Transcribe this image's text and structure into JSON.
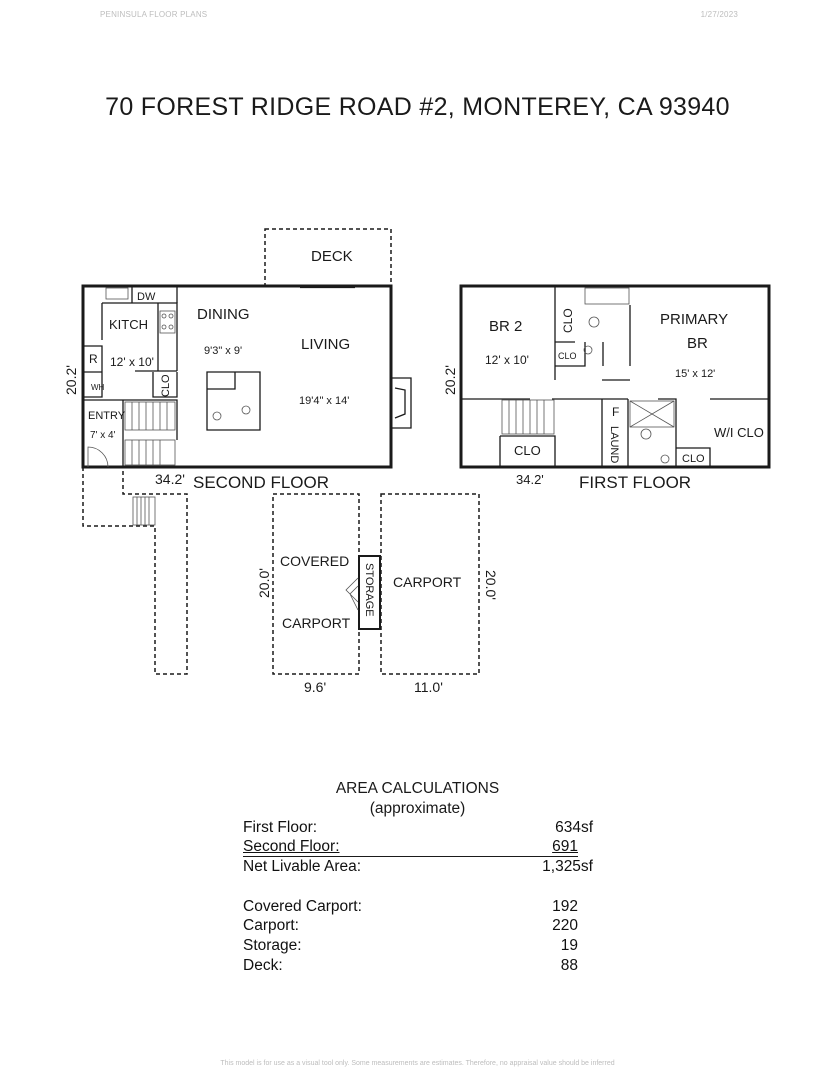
{
  "header": {
    "brand": "PENINSULA FLOOR PLANS",
    "date": "1/27/2023"
  },
  "title": "70 FOREST RIDGE ROAD #2, MONTEREY, CA  93940",
  "second_floor": {
    "name": "SECOND FLOOR",
    "width_dim": "34.2'",
    "depth_dim": "20.2'",
    "rooms": {
      "deck": "DECK",
      "dw": "DW",
      "kitchen": "KITCH",
      "kitchen_size": "12' x 10'",
      "dining": "DINING",
      "dining_size": "9'3\" x 9'",
      "living": "LIVING",
      "living_size": "19'4\" x 14'",
      "refrigerator": "R",
      "water_heater": "WH",
      "closet": "CLO",
      "entry": "ENTRY",
      "entry_size": "7' x 4'"
    }
  },
  "first_floor": {
    "name": "FIRST FLOOR",
    "width_dim": "34.2'",
    "depth_dim": "20.2'",
    "rooms": {
      "bedroom2": "BR 2",
      "bedroom2_size": "12' x 10'",
      "closet_vertical": "CLO",
      "closet_small": "CLO",
      "primary_line1": "PRIMARY",
      "primary_line2": "BR",
      "primary_size": "15' x 12'",
      "closet_lower": "CLO",
      "laundry_f": "F",
      "laundry": "LAUND",
      "walkin_closet": "W/I CLO",
      "closet_bottom": "CLO"
    }
  },
  "carports": {
    "covered_line1": "COVERED",
    "covered_line2": "CARPORT",
    "covered_depth": "20.0'",
    "covered_width": "9.6'",
    "storage": "STORAGE",
    "carport": "CARPORT",
    "carport_depth": "20.0'",
    "carport_width": "11.0'"
  },
  "area_calculations": {
    "heading": "AREA CALCULATIONS",
    "subheading": "(approximate)",
    "rows": [
      {
        "label": "First  Floor:",
        "value": "634sf"
      },
      {
        "label": "Second Floor:",
        "value": "691"
      },
      {
        "label": "Net Livable Area:",
        "value": "1,325sf"
      },
      {
        "label": "Covered Carport:",
        "value": "192"
      },
      {
        "label": "Carport:",
        "value": "220"
      },
      {
        "label": "Storage:",
        "value": "19"
      },
      {
        "label": "Deck:",
        "value": "88"
      }
    ]
  },
  "footer": "This model is for use as a visual tool only. Some measurements are estimates. Therefore, no appraisal value should be inferred"
}
